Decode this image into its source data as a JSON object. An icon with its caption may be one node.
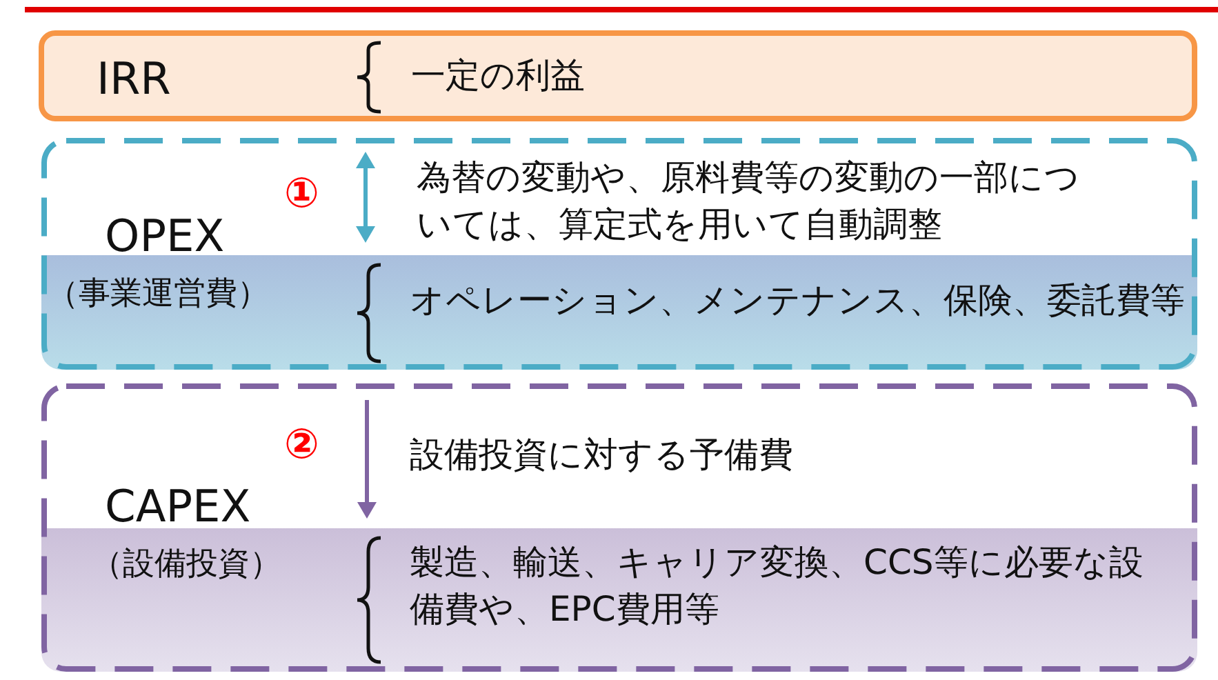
{
  "diagram": {
    "nodes": [
      {
        "text": [
          "IRR",
          "一定の利益"
        ]
      },
      {
        "text": [
          "OPEX"
        ]
      },
      {
        "text": [
          "為替の変動や、原料費等の変動の一部については、算定式を用いて自動調整"
        ],
        "in": 1
      },
      {
        "text": [
          "（事業運営費）",
          "オペレーション、メンテナンス、保険、委託費等"
        ],
        "in": 1
      },
      {
        "text": [
          "CAPEX"
        ]
      },
      {
        "text": [
          "設備投資に対する予備費"
        ],
        "in": 4
      },
      {
        "text": [
          "（設備投資）",
          "製造、輸送、キャリア変換、CCS等に必要な設備費や、EPC費用等"
        ],
        "in": 4
      }
    ],
    "labels": [
      "①",
      "②"
    ]
  }
}
